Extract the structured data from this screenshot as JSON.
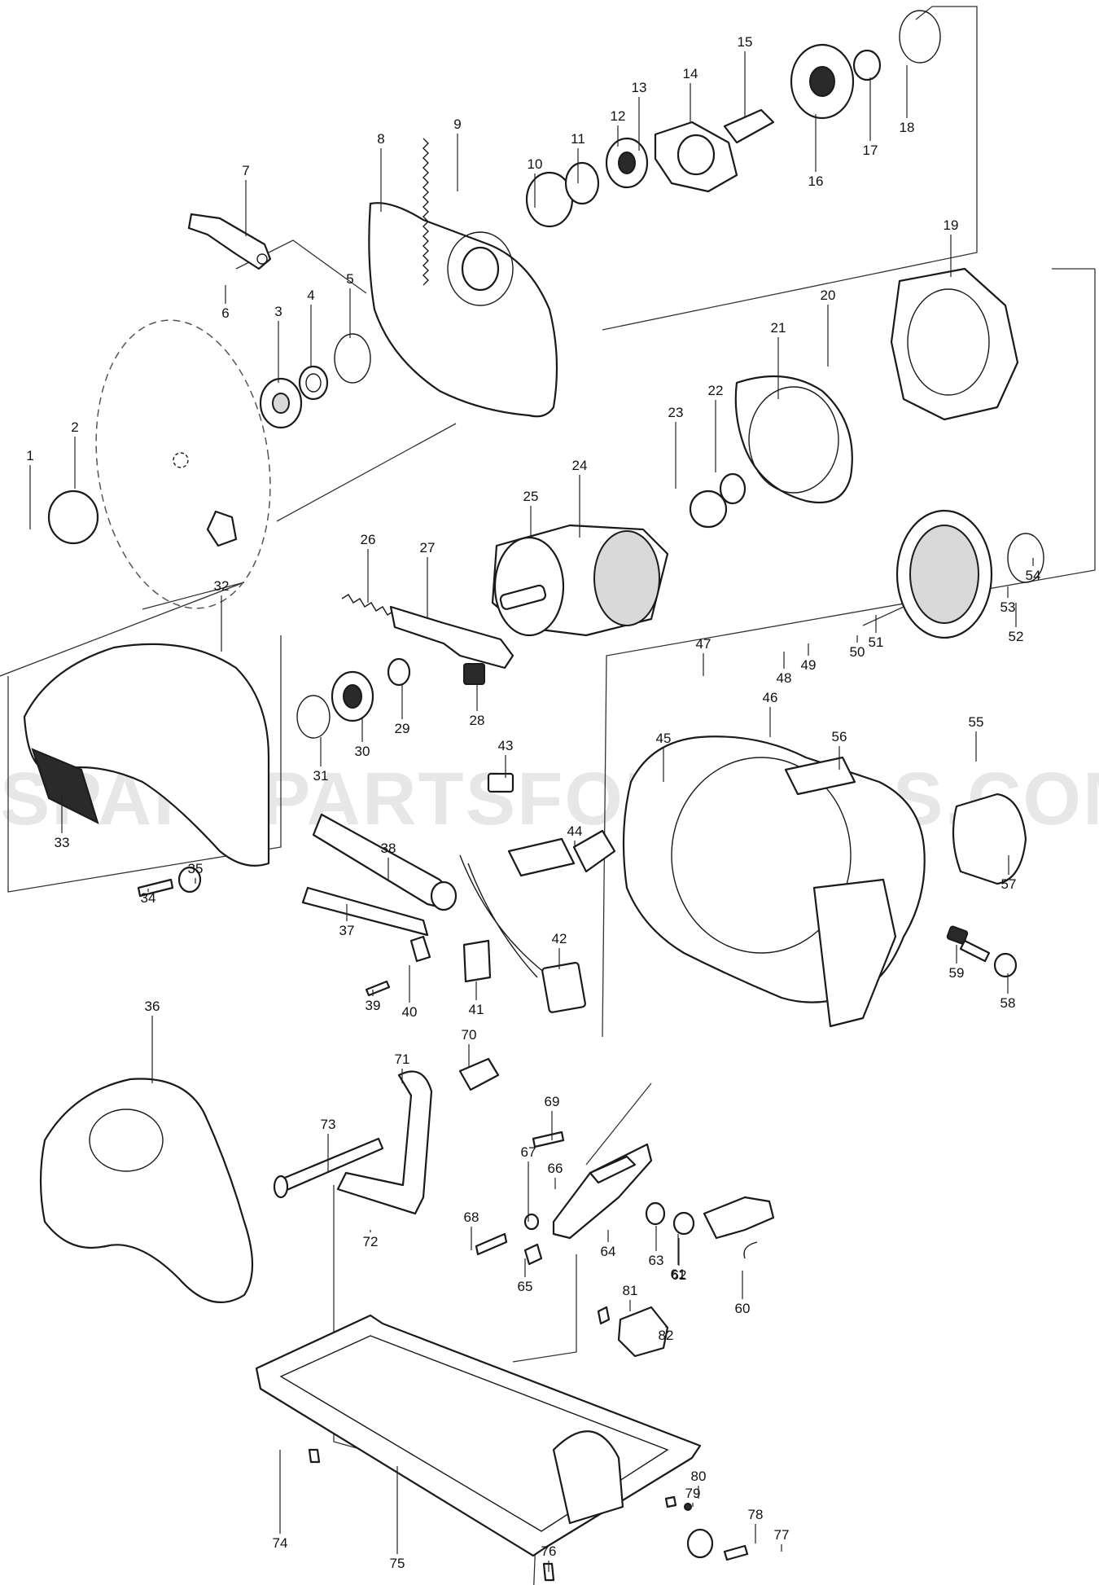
{
  "watermark": "SPAREPARTSFORTOOLS.COM.AU",
  "callouts": [
    "1",
    "2",
    "3",
    "4",
    "5",
    "6",
    "7",
    "8",
    "9",
    "10",
    "11",
    "12",
    "13",
    "14",
    "15",
    "16",
    "17",
    "18",
    "19",
    "20",
    "21",
    "22",
    "23",
    "24",
    "25",
    "26",
    "27",
    "28",
    "29",
    "30",
    "31",
    "32",
    "33",
    "34",
    "35",
    "36",
    "37",
    "38",
    "39",
    "40",
    "41",
    "42",
    "43",
    "44",
    "45",
    "46",
    "47",
    "48",
    "49",
    "50",
    "51",
    "52",
    "53",
    "54",
    "55",
    "56",
    "57",
    "58",
    "59",
    "60",
    "61",
    "62",
    "63",
    "64",
    "65",
    "66",
    "67",
    "68",
    "69",
    "70",
    "71",
    "72",
    "73",
    "74",
    "75",
    "76",
    "77",
    "78",
    "79",
    "80",
    "81",
    "82"
  ]
}
